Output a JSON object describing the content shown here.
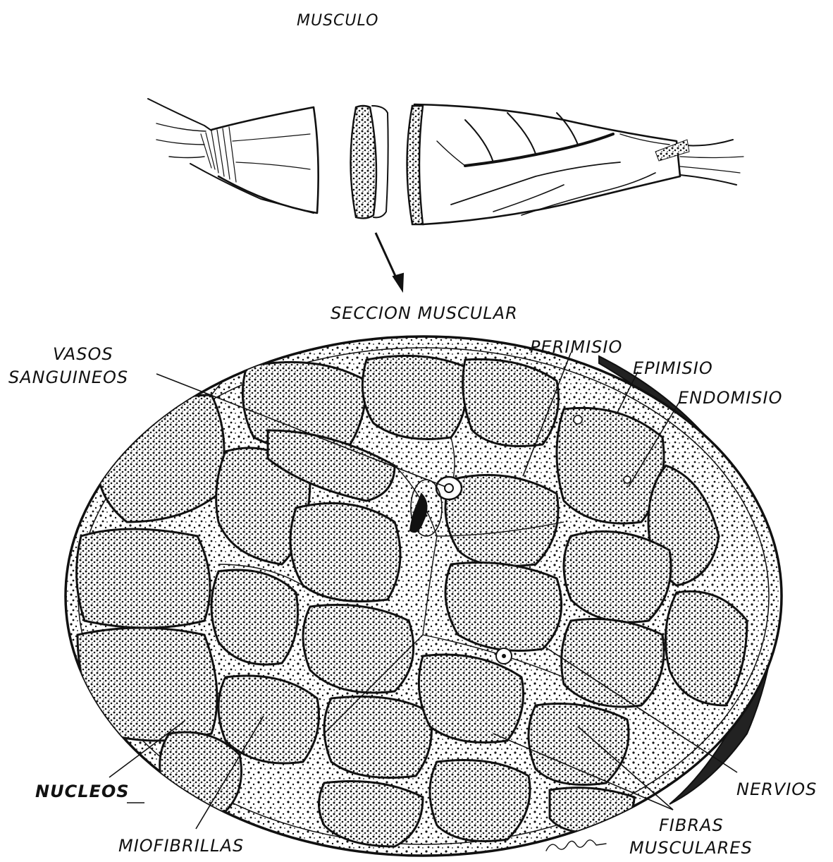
{
  "labels": {
    "muscle": "MUSCULO",
    "section": "SECCION MUSCULAR",
    "blood_vessels_1": "VASOS",
    "blood_vessels_2": "SANGUINEOS",
    "perimysium": "PERIMISIO",
    "epimysium": "EPIMISIO",
    "endomysium": "ENDOMISIO",
    "nuclei": "NUCLEOS",
    "myofibrils": "MIOFIBRILLAS",
    "nerves": "NERVIOS",
    "fibers_1": "FIBRAS",
    "fibers_2": "MUSCULARES"
  },
  "colors": {
    "ink": "#111111",
    "paper": "#ffffff"
  }
}
